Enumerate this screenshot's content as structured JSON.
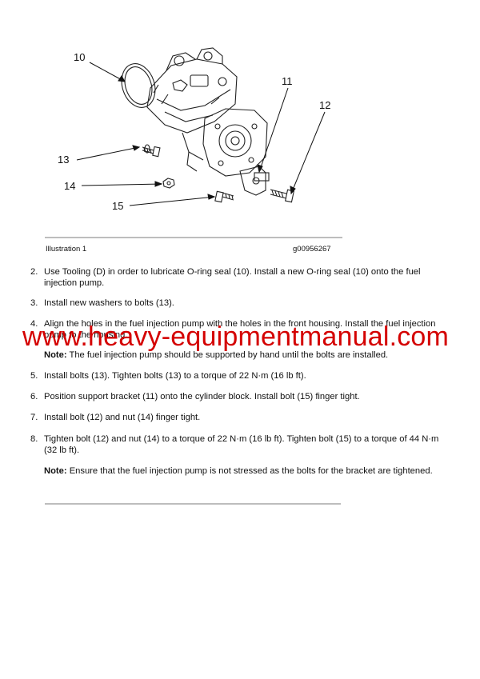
{
  "figure": {
    "callouts": [
      "10",
      "11",
      "12",
      "13",
      "14",
      "15"
    ],
    "caption_left": "Illustration 1",
    "caption_right": "g00956267"
  },
  "steps": [
    {
      "num": "2.",
      "text": "Use Tooling (D) in order to lubricate O-ring seal (10). Install a new O-ring seal (10) onto the fuel injection pump."
    },
    {
      "num": "3.",
      "text": "Install new washers to bolts (13)."
    },
    {
      "num": "4.",
      "text": "Align the holes in the fuel injection pump with the holes in the front housing. Install the fuel injection pump to the housing."
    },
    {
      "num": "5.",
      "text": "Install bolts (13). Tighten bolts (13) to a torque of 22 N·m (16 lb ft)."
    },
    {
      "num": "6.",
      "text": "Position support bracket (11) onto the cylinder block. Install bolt (15) finger tight."
    },
    {
      "num": "7.",
      "text": "Install bolt (12) and nut (14) finger tight."
    },
    {
      "num": "8.",
      "text": "Tighten bolt (12) and nut (14) to a torque of 22 N·m (16 lb ft). Tighten bolt (15) to a torque of 44 N·m (32 lb ft)."
    }
  ],
  "notes": [
    {
      "label": "Note:",
      "text": " The fuel injection pump should be supported by hand until the bolts are installed."
    },
    {
      "label": "Note:",
      "text": " Ensure that the fuel injection pump is not stressed as the bolts for the bracket are tightened."
    }
  ],
  "watermark": "www.heavy-equipmentmanual.com",
  "colors": {
    "watermark": "#d40000",
    "rule": "#bdbdbd"
  }
}
